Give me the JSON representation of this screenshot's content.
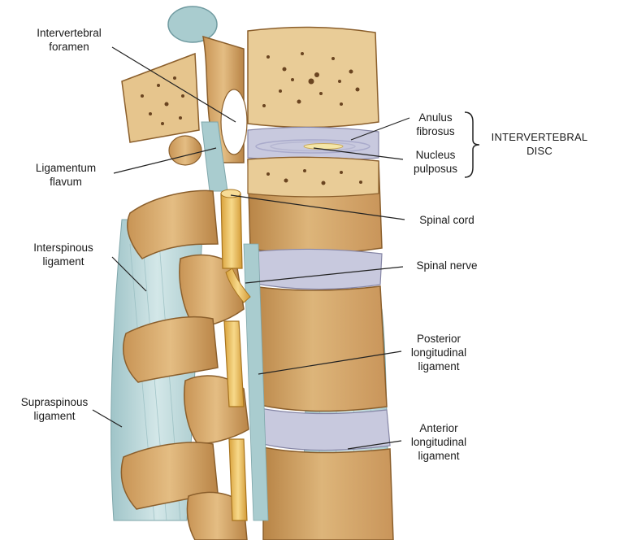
{
  "labels": {
    "intervertebral_foramen": [
      "Intervertebral",
      "foramen"
    ],
    "ligamentum_flavum": [
      "Ligamentum",
      "flavum"
    ],
    "interspinous_ligament": [
      "Interspinous",
      "ligament"
    ],
    "supraspinous_ligament": [
      "Supraspinous",
      "ligament"
    ],
    "anulus_fibrosus": [
      "Anulus",
      "fibrosus"
    ],
    "nucleus_pulposus": [
      "Nucleus",
      "pulposus"
    ],
    "intervertebral_disc": [
      "INTERVERTEBRAL",
      "DISC"
    ],
    "spinal_cord": "Spinal cord",
    "spinal_nerve": "Spinal nerve",
    "posterior_longitudinal_ligament": [
      "Posterior",
      "longitudinal",
      "ligament"
    ],
    "anterior_longitudinal_ligament": [
      "Anterior",
      "longitudinal",
      "ligament"
    ]
  },
  "colors": {
    "bone": "#d9a968",
    "bone_light": "#ead0a0",
    "bone_dark": "#9a6a30",
    "ligament": "#b9d6d8",
    "disc": "#c9c9de",
    "nerve": "#f0c466",
    "line": "#222222"
  }
}
